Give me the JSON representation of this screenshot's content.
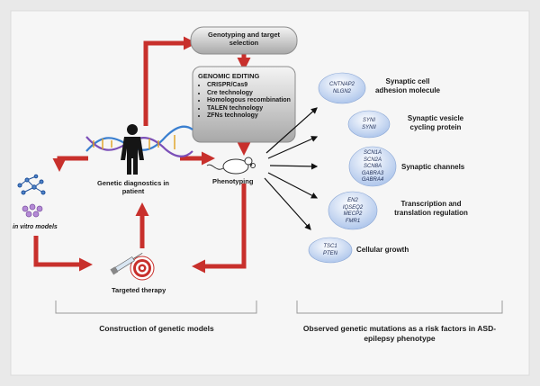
{
  "genotyping_box": "Genotyping and target selection",
  "genomic_editing": {
    "title": "GENOMIC EDITING",
    "items": [
      "CRISPR/Cas9",
      "Cre technology",
      "Homologous recombination",
      "TALEN technology",
      "ZFNs technology"
    ]
  },
  "genetic_diagnostics": "Genetic diagnostics in patient",
  "phenotyping": "Phenotyping",
  "in_vitro_models": "in vitro models",
  "targeted_therapy": "Targeted therapy",
  "categories": [
    {
      "genes": [
        "CNTNAP2",
        "NLGN2"
      ],
      "label": "Synaptic cell adhesion molecule"
    },
    {
      "genes": [
        "SYNI",
        "SYNII"
      ],
      "label": "Synaptic vesicle cycling protein"
    },
    {
      "genes": [
        "SCN1A",
        "SCN2A",
        "SCN8A",
        "GABRA3",
        "GABRA4"
      ],
      "label": "Synaptic channels"
    },
    {
      "genes": [
        "EN2",
        "IQSEQ2",
        "MECP2",
        "FMR1"
      ],
      "label": "Transcription and translation regulation"
    },
    {
      "genes": [
        "TSC1",
        "PTEN"
      ],
      "label": "Cellular growth"
    }
  ],
  "footer_left": "Construction of genetic models",
  "footer_right": "Observed genetic mutations as a risk factors in ASD- epilepsy phenotype",
  "colors": {
    "arrow_red": "#c8302c",
    "ellipse_blue": "#a9c2ea",
    "box_gray": "#bfbfbf",
    "background": "#f3f3f3"
  }
}
